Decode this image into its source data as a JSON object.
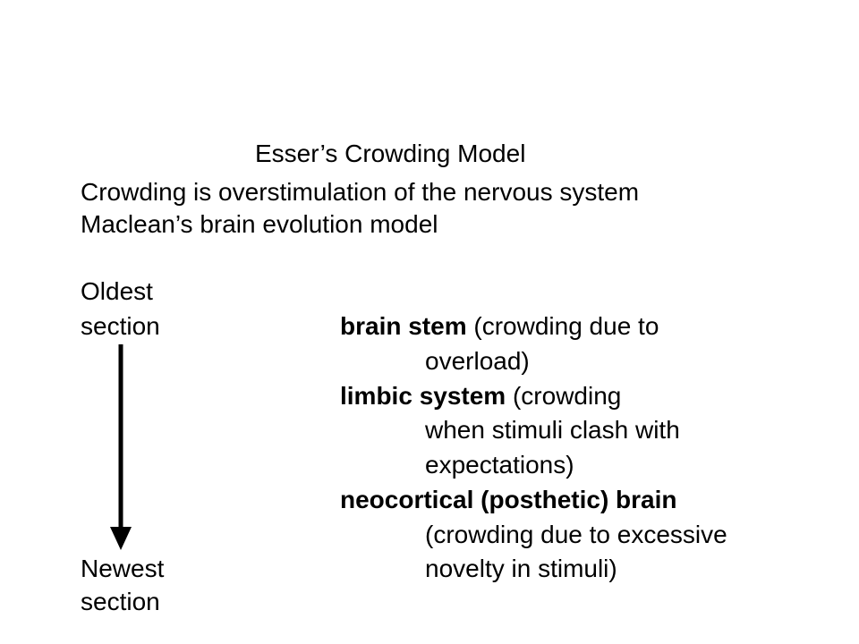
{
  "slide": {
    "title": "Esser’s Crowding Model",
    "intro_lines": [
      "Crowding is overstimulation of the nervous system",
      "Maclean’s brain evolution model"
    ],
    "left_labels": {
      "oldest_line1": "Oldest",
      "oldest_line2": "section",
      "newest_line1": "Newest",
      "newest_line2": "section"
    },
    "brain_sections": [
      {
        "name": "brain stem",
        "desc_inline": " (crowding due to",
        "desc_cont": [
          "overload)"
        ]
      },
      {
        "name": "limbic system",
        "desc_inline": " (crowding",
        "desc_cont": [
          "when stimuli clash with",
          "expectations)"
        ]
      },
      {
        "name": "neocortical (posthetic) brain",
        "desc_inline": "",
        "desc_cont": [
          "(crowding due to excessive",
          "novelty in stimuli)"
        ]
      }
    ],
    "arrow_direction": "down",
    "arrow_color": "#000000"
  }
}
